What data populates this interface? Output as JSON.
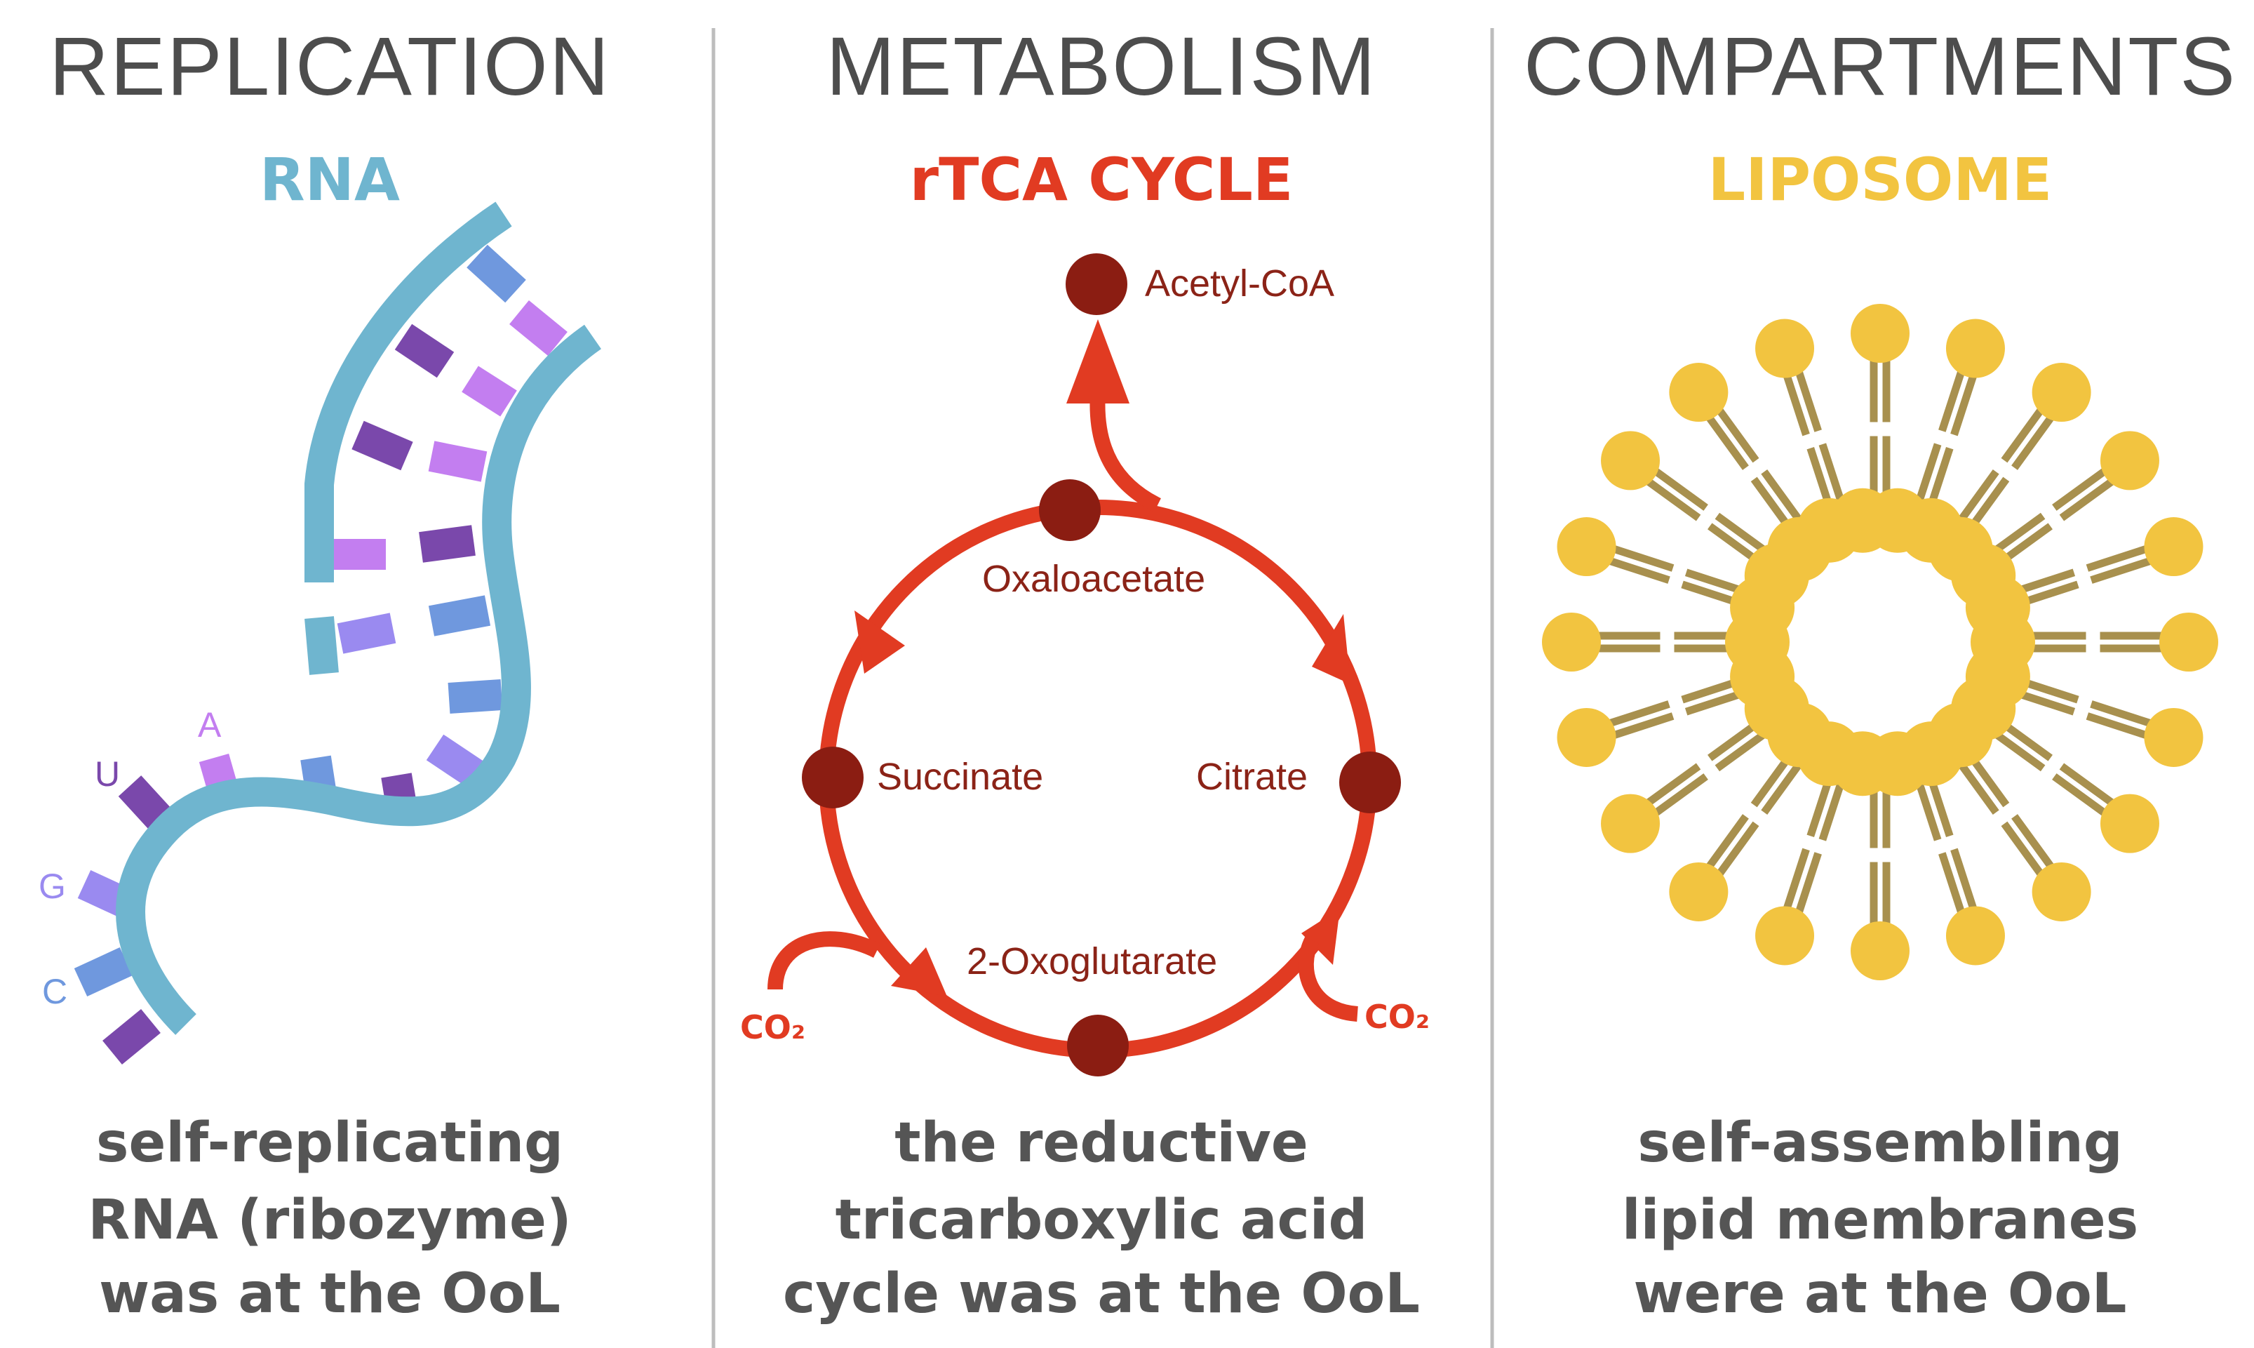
{
  "panels": [
    {
      "heading": "REPLICATION",
      "subheading": "RNA",
      "caption_lines": [
        "self-replicating",
        "RNA (ribozyme)",
        "was at the OoL"
      ]
    },
    {
      "heading": "METABOLISM",
      "subheading": "rTCA CYCLE",
      "caption_lines": [
        "the reductive",
        "tricarboxylic acid",
        "cycle was at the OoL"
      ]
    },
    {
      "heading": "COMPARTMENTS",
      "subheading": "LIPOSOME",
      "caption_lines": [
        "self-assembling",
        "lipid membranes",
        "were at the OoL"
      ]
    }
  ],
  "rna_bases": [
    "U",
    "A",
    "G",
    "C"
  ],
  "cycle": {
    "product": "Acetyl-CoA",
    "intermediates": {
      "top": "Oxaloacetate",
      "left": "Succinate",
      "right": "Citrate",
      "bottom": "2-Oxoglutarate"
    },
    "inputs": [
      "CO₂",
      "CO₂"
    ]
  },
  "colors": {
    "rna": "#6fb5cf",
    "purple_dark": "#7a48ab",
    "purple_light": "#c37ef0",
    "violet": "#9a8af0",
    "blue": "#6f98de",
    "cycle_red": "#e13b22",
    "cycle_dark": "#8b1d12",
    "lipid_yellow": "#f2c440",
    "lipid_tail": "#a8904e",
    "heading_gray": "#4d4d4d",
    "caption_gray": "#555555",
    "divider": "#bdbdbd"
  }
}
